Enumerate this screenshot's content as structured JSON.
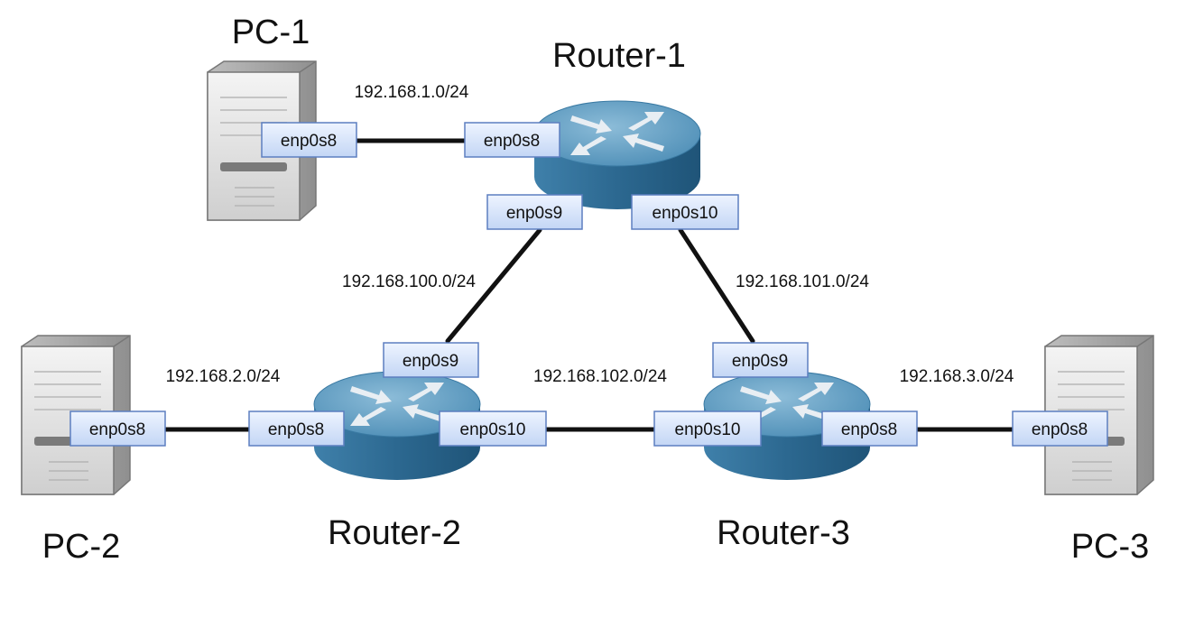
{
  "devices": {
    "pc1": {
      "name": "PC-1",
      "iface": "enp0s8"
    },
    "pc2": {
      "name": "PC-2",
      "iface": "enp0s8"
    },
    "pc3": {
      "name": "PC-3",
      "iface": "enp0s8"
    },
    "router1": {
      "name": "Router-1",
      "ifaces": [
        "enp0s8",
        "enp0s9",
        "enp0s10"
      ]
    },
    "router2": {
      "name": "Router-2",
      "ifaces": [
        "enp0s8",
        "enp0s9",
        "enp0s10"
      ]
    },
    "router3": {
      "name": "Router-3",
      "ifaces": [
        "enp0s8",
        "enp0s9",
        "enp0s10"
      ]
    }
  },
  "networks": {
    "pc1_r1": "192.168.1.0/24",
    "r1_r2": "192.168.100.0/24",
    "r1_r3": "192.168.101.0/24",
    "pc2_r2": "192.168.2.0/24",
    "r2_r3": "192.168.102.0/24",
    "r3_pc3": "192.168.3.0/24"
  },
  "colors": {
    "link": "#111111",
    "router_top": "#5a9ac0",
    "router_side": "#2f6e98",
    "iface_fill": "#d6e4fa",
    "iface_border": "#5d7fc0"
  }
}
